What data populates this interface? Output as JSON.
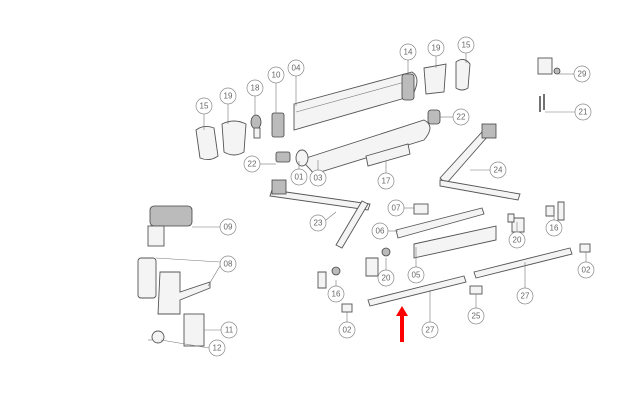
{
  "diagram": {
    "callouts": [
      {
        "id": "c1",
        "label": "15"
      },
      {
        "id": "c2",
        "label": "19"
      },
      {
        "id": "c3",
        "label": "18"
      },
      {
        "id": "c4",
        "label": "10"
      },
      {
        "id": "c5",
        "label": "04"
      },
      {
        "id": "c6",
        "label": "14"
      },
      {
        "id": "c7",
        "label": "19"
      },
      {
        "id": "c8",
        "label": "15"
      },
      {
        "id": "c9",
        "label": "29"
      },
      {
        "id": "c10",
        "label": "21"
      },
      {
        "id": "c11",
        "label": "22"
      },
      {
        "id": "c12",
        "label": "22"
      },
      {
        "id": "c13",
        "label": "01"
      },
      {
        "id": "c14",
        "label": "03"
      },
      {
        "id": "c15",
        "label": "17"
      },
      {
        "id": "c16",
        "label": "24"
      },
      {
        "id": "c17",
        "label": "23"
      },
      {
        "id": "c18",
        "label": "09"
      },
      {
        "id": "c19",
        "label": "07"
      },
      {
        "id": "c20",
        "label": "06"
      },
      {
        "id": "c21",
        "label": "20"
      },
      {
        "id": "c22",
        "label": "16"
      },
      {
        "id": "c23",
        "label": "08"
      },
      {
        "id": "c24",
        "label": "20"
      },
      {
        "id": "c25",
        "label": "05"
      },
      {
        "id": "c26",
        "label": "02"
      },
      {
        "id": "c27",
        "label": "27"
      },
      {
        "id": "c28",
        "label": "16"
      },
      {
        "id": "c29",
        "label": "25"
      },
      {
        "id": "c30",
        "label": "02"
      },
      {
        "id": "c31",
        "label": "27"
      },
      {
        "id": "c32",
        "label": "11"
      },
      {
        "id": "c33",
        "label": "12"
      }
    ],
    "highlight_color": "#ff0000"
  }
}
